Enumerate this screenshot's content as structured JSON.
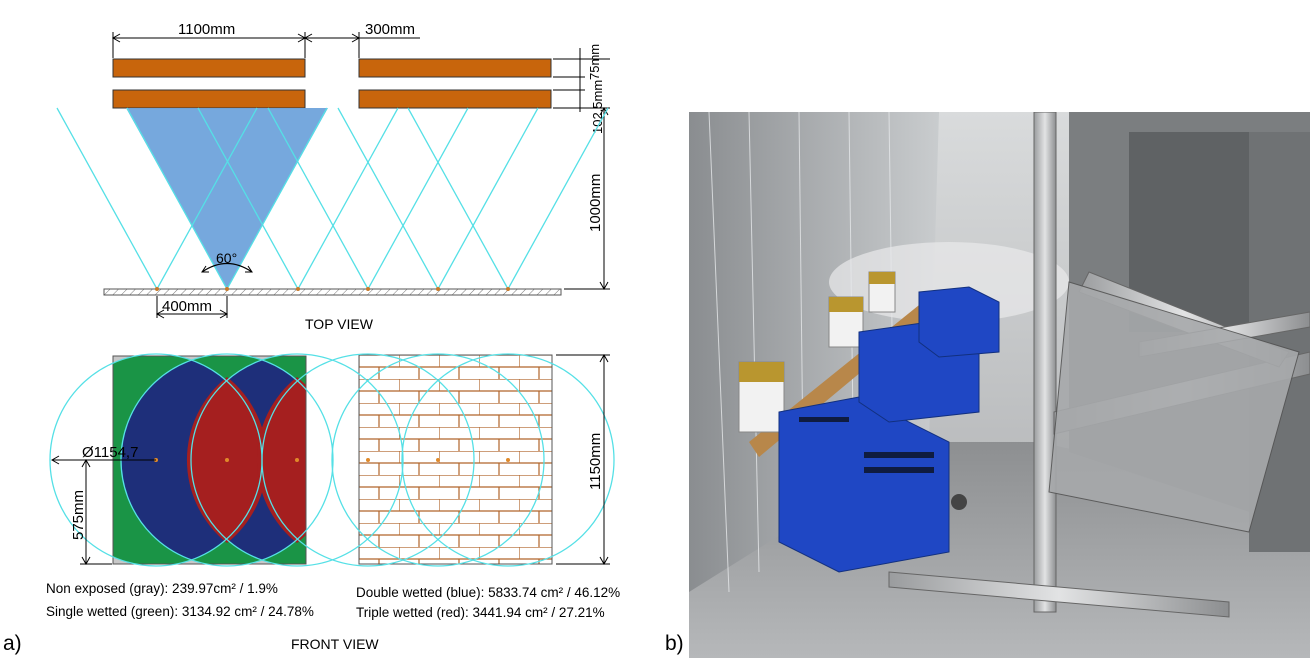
{
  "panel_labels": {
    "a": "a)",
    "b": "b)"
  },
  "top_view": {
    "title": "TOP VIEW",
    "dim_panel_width": "1100mm",
    "dim_gap": "300mm",
    "dim_thickness": "75mm",
    "dim_spacing": "102.5mm",
    "dim_distance": "1000mm",
    "dim_nozzle_pitch": "400mm",
    "spray_angle": "60°"
  },
  "front_view": {
    "title": "FRONT VIEW",
    "dim_diameter": "Ø1154,7",
    "dim_height": "1150mm",
    "dim_half_height": "575mm",
    "legend": {
      "non_exposed": "Non exposed (gray): 239.97cm² / 1.9%",
      "single": "Single wetted (green): 3134.92 cm² / 24.78%",
      "double": "Double wetted (blue): 5833.74 cm² / 46.12%",
      "triple": "Triple wetted (red): 3441.94 cm² / 27.21%"
    }
  },
  "colors": {
    "panel": "#c8650c",
    "spray_fill": "#6fa3db",
    "spray_lines": "#55e0e6",
    "green": "#1a9446",
    "blue": "#1e2f7a",
    "red": "#a51f1f",
    "gray": "#c8c8c8",
    "brick": "#b0652a"
  },
  "photo": {
    "description_icon": "photo-test-rig"
  }
}
